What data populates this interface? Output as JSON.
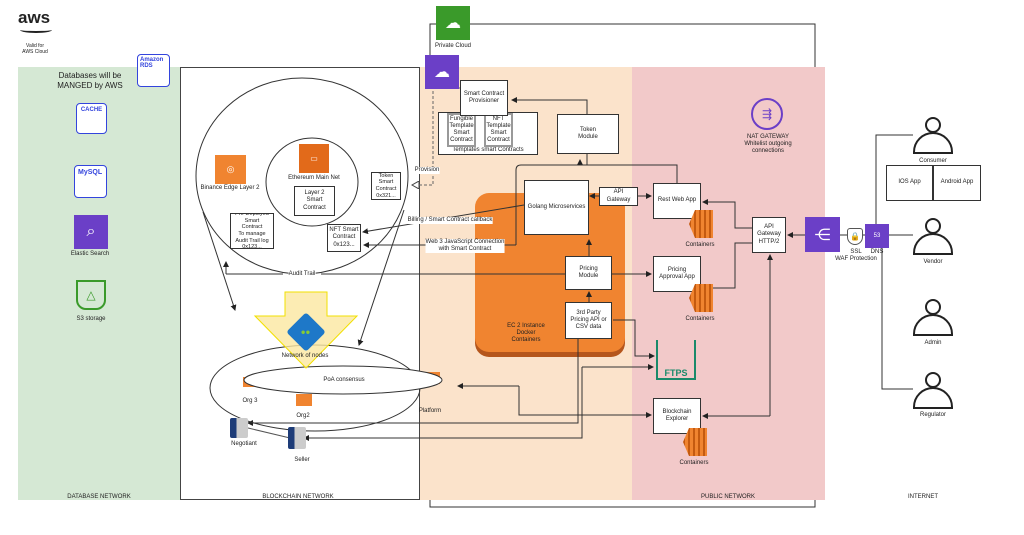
{
  "aws": {
    "logo": "aws",
    "caption": "Valid for\nAWS Cloud"
  },
  "zones": {
    "database": "DATABASE NETWORK",
    "blockchain": "BLOCKCHAIN NETWORK",
    "public": "PUBLIC NETWORK",
    "internet": "INTERNET"
  },
  "database": {
    "title": "Databases will be\nMANGED by AWS",
    "rds": "Amazon\nRDS",
    "cache": "CACHE",
    "mysql": "MySQL",
    "elastic": "Elastic Search",
    "s3": "S3 storage"
  },
  "private_cloud": "Private Cloud",
  "blockchain": {
    "binance": "Binance Edge Layer 2",
    "ethereum": "Ethereum Main Net",
    "layer2": "Layer 2\nSmart\nContract",
    "token_contract": "Token\nSmart\nContract\n0x321...",
    "predeployed": "Pre-Deployed\nSmart\nContract\nTo manage\nAudit Trail log\n0x123...",
    "nft_contract": "NFT Smart\nContract\n0x123...",
    "audit_trail": "Audit Trail",
    "network_nodes": "Network of nodes",
    "poa": "PoA consensus",
    "org3": "Org 3",
    "org2": "Org2",
    "platform": "Platform",
    "negotiant": "Negotiant",
    "seller": "Seller"
  },
  "services": {
    "provisioner": "Smart Contract\nProvisioner",
    "fungible": "Fungible\nTemplate\nSmart\nContract",
    "nft_template": "NFT\nTemplate\nSmart\nContract",
    "templates": "Templates smart Contracts",
    "token_module": "Token\nModule",
    "provision": "Provision",
    "billing": "Billing / Smart Contract callback",
    "web3": "Web 3 JavaScript Connection\nwith Smart Contract",
    "golang": "Golang Microservices",
    "api_gateway": "API\nGateway",
    "pricing_module": "Pricing\nModule",
    "third_party": "3rd Party\nPricing API or\nCSV data",
    "ec2": "EC 2 Instance\nDocker\nContainers"
  },
  "public": {
    "rest_web_app": "Rest Web App",
    "pricing_approval": "Pricing\nApproval  App",
    "blockchain_explorer": "Blockchain\nExplorer",
    "containers": "Containers",
    "api_gateway_http2": "API\nGateway\nHTTP/2",
    "nat": "NAT GATEWAY\nWhitelist outgoing\nconnections",
    "ftps": "FTPS",
    "ssl": "SSL\nWAF Protection",
    "dns": "DNS",
    "dns_badge": "53"
  },
  "internet": {
    "consumer": "Consumer",
    "vendor": "Vendor",
    "admin": "Admin",
    "regulator": "Regulator",
    "ios": "IOS App",
    "android": "Android App"
  },
  "colors": {
    "db_green": "#d5e8d4",
    "peach": "#fbe3cb",
    "pink": "#f2c9c9",
    "orange": "#f08430",
    "purple": "#6b3fc7",
    "green": "#3a9a2a",
    "teal": "#1a8a6a"
  }
}
